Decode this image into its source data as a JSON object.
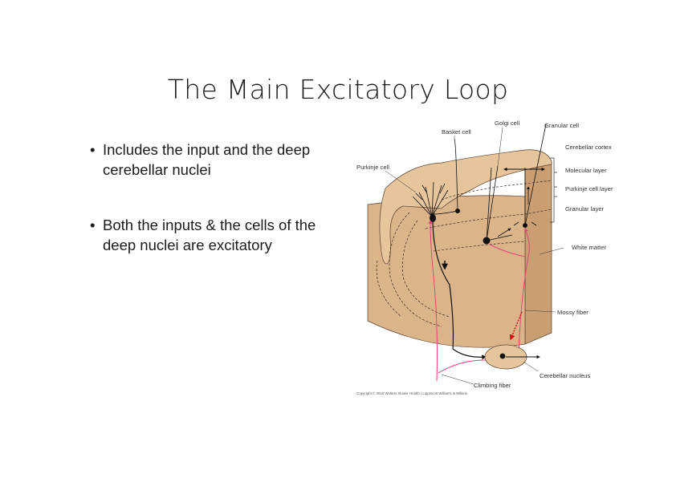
{
  "slide": {
    "title": "The Main Excitatory Loop",
    "bullets": [
      "Includes the input and the deep cerebellar nuclei",
      "Both the inputs & the cells of the deep nuclei are excitatory"
    ]
  },
  "diagram": {
    "labels": {
      "golgi_cell": "Golgi cell",
      "granular_cell": "Granular cell",
      "basket_cell": "Basket cell",
      "cerebellar_cortex": "Cerebellar cortex",
      "purkinje_cell": "Purkinje cell",
      "molecular_layer": "Molecular layer",
      "purkinje_cell_layer": "Purkinje cell layer",
      "granular_layer": "Granular layer",
      "white_matter": "White matter",
      "mossy_fiber": "Mossy fiber",
      "cerebellar_nucleus": "Cerebellar nucleus",
      "climbing_fiber": "Climbing fiber"
    },
    "copyright": "Copyright © 2010 Wolters Kluwer Health | Lippincott Williams & Wilkins",
    "colors": {
      "tissue_front": "#dcb48a",
      "tissue_top": "#e6c49c",
      "tissue_side": "#c99e72",
      "fiber_pink": "#e0457a",
      "neuron": "#111111",
      "highlight_arrow": "#cc1111"
    }
  }
}
